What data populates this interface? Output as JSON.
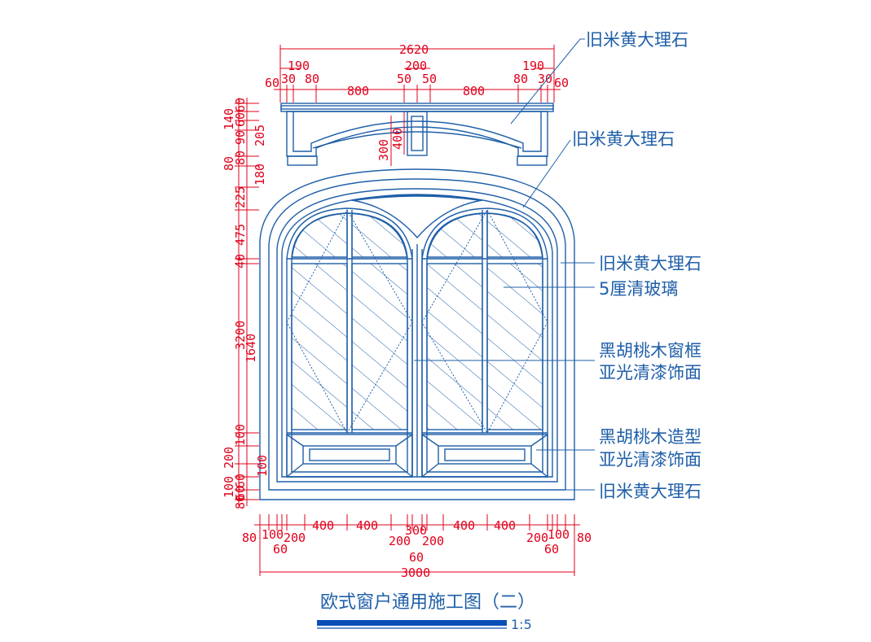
{
  "drawing": {
    "title": "欧式窗户通用施工图（二）",
    "scale": "1:5"
  },
  "annotations": [
    "旧米黄大理石",
    "旧米黄大理石",
    "旧米黄大理石",
    "5厘清玻璃",
    "黑胡桃木窗框",
    "亚光清漆饰面",
    "黑胡桃木造型",
    "亚光清漆饰面",
    "旧米黄大理石"
  ],
  "dimensions": {
    "top": [
      "2620",
      "190",
      "200",
      "190",
      "60",
      "30",
      "80",
      "800",
      "50",
      "50",
      "800",
      "80",
      "30",
      "60"
    ],
    "left": [
      "140",
      "80",
      "60",
      "60",
      "90",
      "80",
      "205",
      "180",
      "225",
      "475",
      "40",
      "3200",
      "1640",
      "100",
      "200",
      "100",
      "60",
      "60",
      "80",
      "100"
    ],
    "inner_vertical": [
      "300",
      "400"
    ],
    "bottom": [
      "80",
      "100",
      "200",
      "400",
      "400",
      "300",
      "400",
      "400",
      "200",
      "100",
      "80",
      "60",
      "200",
      "200",
      "60",
      "60",
      "3000"
    ]
  },
  "colors": {
    "drawing_line": "#1f5fa8",
    "dimension": "#e0001b",
    "scale_bar": "#0a4fb5"
  }
}
